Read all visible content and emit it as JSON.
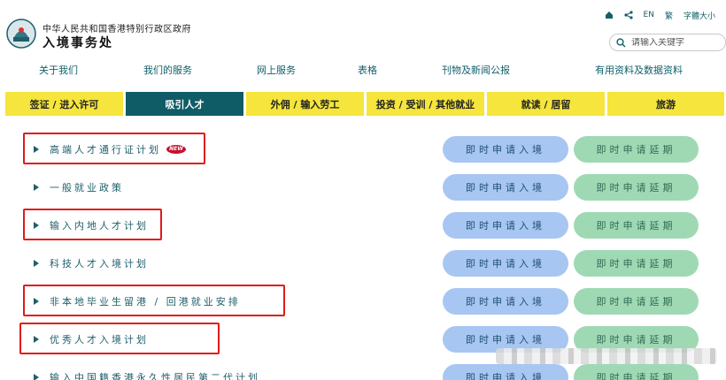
{
  "header": {
    "gov_name": "中华人民共和国香港特别行政区政府",
    "dept_name": "入境事务处",
    "tools": [
      {
        "icon": "home-icon",
        "label": ""
      },
      {
        "icon": "share-icon",
        "label": ""
      },
      {
        "icon": "",
        "label": "EN"
      },
      {
        "icon": "",
        "label": "繁"
      },
      {
        "icon": "",
        "label": "字體大小"
      }
    ],
    "search_placeholder": "请输入关键字"
  },
  "topnav": [
    "关于我们",
    "我们的服务",
    "网上服务",
    "表格",
    "刊物及新闻公报",
    "有用资料及数据资料"
  ],
  "tabs": [
    {
      "label": "签证 / 进入许可",
      "active": false
    },
    {
      "label": "吸引人才",
      "active": true
    },
    {
      "label": "外佣 / 输入劳工",
      "active": false
    },
    {
      "label": "投资 / 受训 / 其他就业",
      "active": false
    },
    {
      "label": "就读 / 居留",
      "active": false
    },
    {
      "label": "旅游",
      "active": false
    }
  ],
  "schemes": [
    {
      "label": "高端人才通行证计划",
      "new": true,
      "new_label": "NEW",
      "highlight": true,
      "entry_label": "即时申请入境",
      "ext_label": "即时申请延期"
    },
    {
      "label": "一般就业政策",
      "new": false,
      "highlight": false,
      "entry_label": "即时申请入境",
      "ext_label": "即时申请延期"
    },
    {
      "label": "输入内地人才计划",
      "new": false,
      "highlight": true,
      "entry_label": "即时申请入境",
      "ext_label": "即时申请延期"
    },
    {
      "label": "科技人才入境计划",
      "new": false,
      "highlight": false,
      "entry_label": "即时申请入境",
      "ext_label": "即时申请延期"
    },
    {
      "label": "非本地毕业生留港 / 回港就业安排",
      "new": false,
      "highlight": true,
      "entry_label": "即时申请入境",
      "ext_label": "即时申请延期"
    },
    {
      "label": "优秀人才入境计划",
      "new": false,
      "highlight": true,
      "entry_label": "即时申请入境",
      "ext_label": "即时申请延期"
    },
    {
      "label": "输入中国籍香港永久性居民第二代计划",
      "new": false,
      "highlight": false,
      "entry_label": "即时申请入境",
      "ext_label": "即时申请延期"
    }
  ]
}
